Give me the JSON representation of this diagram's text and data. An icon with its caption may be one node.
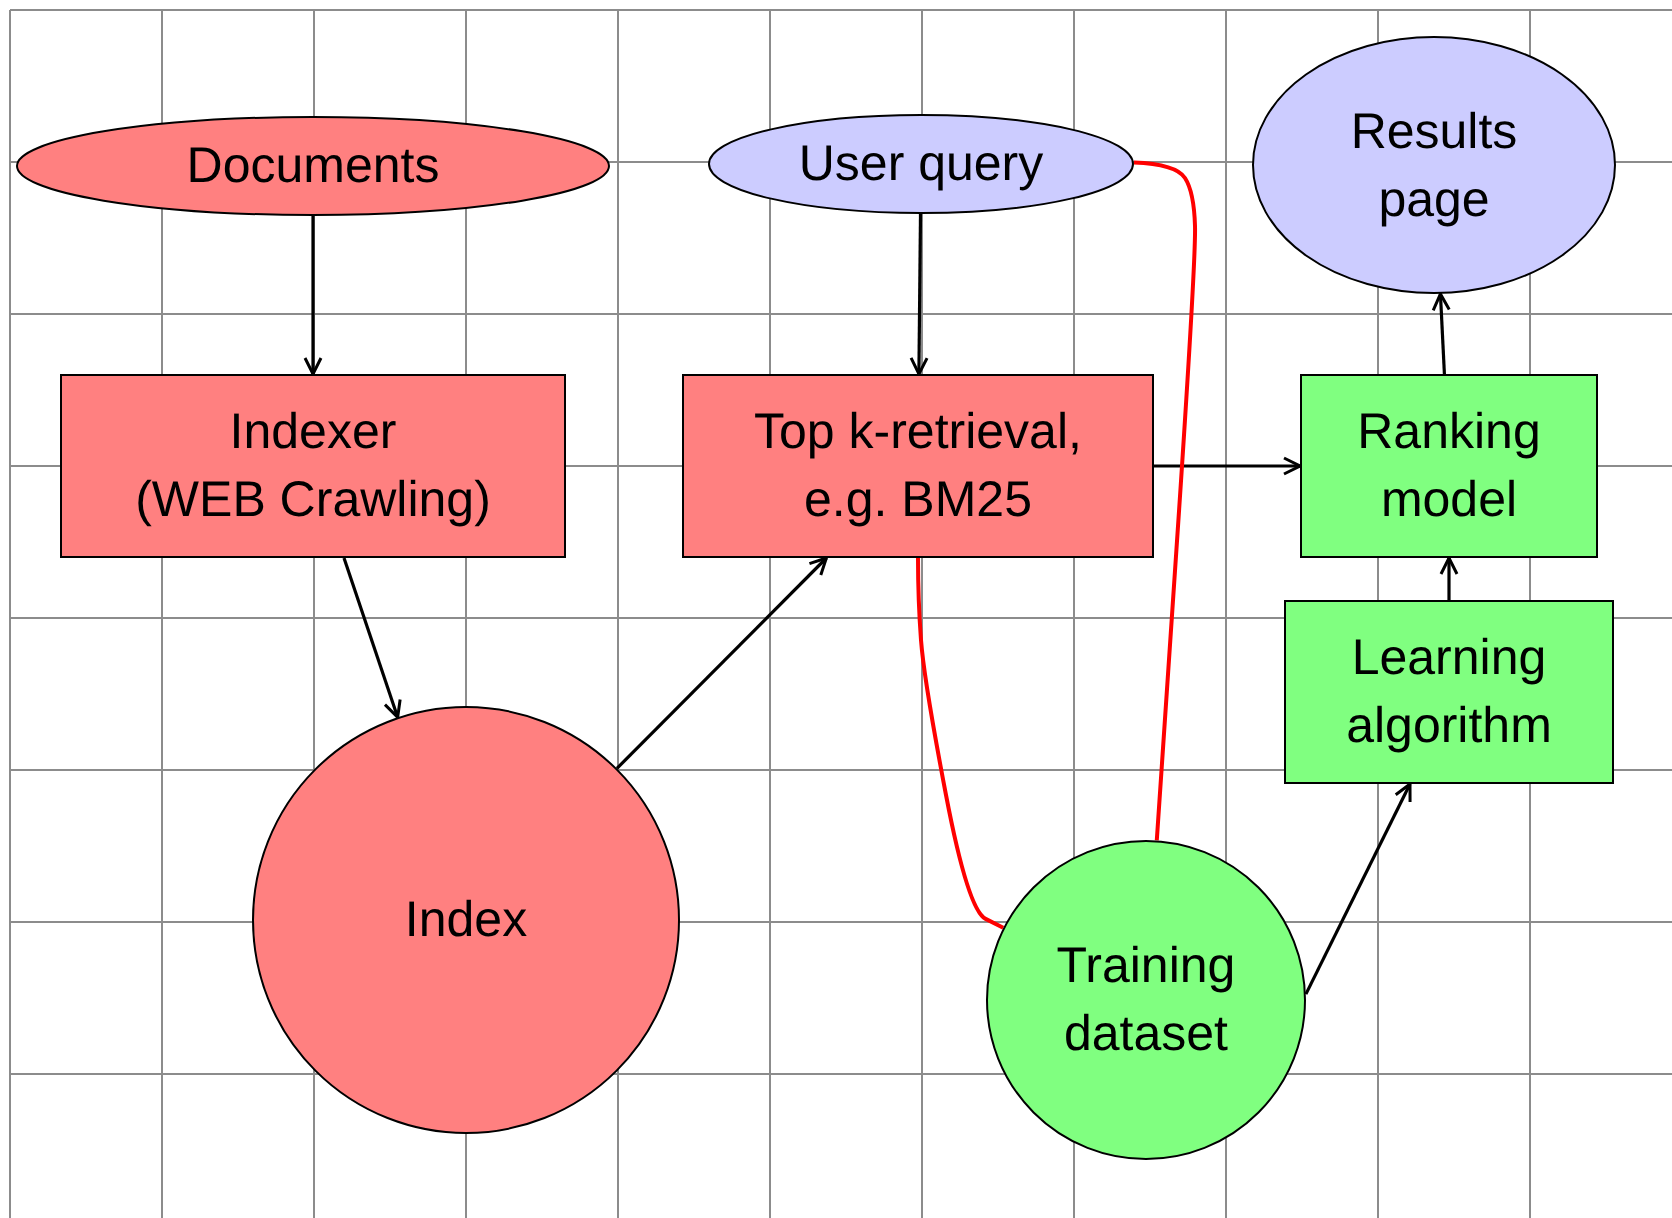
{
  "diagram": {
    "nodes": [
      {
        "text": [
          "Documents"
        ]
      },
      {
        "text": [
          "User query"
        ]
      },
      {
        "text": [
          "Results page"
        ]
      },
      {
        "text": [
          "Indexer (WEB Crawling)"
        ]
      },
      {
        "text": [
          "Top k-retrieval, e.g. BM25"
        ]
      },
      {
        "text": [
          "Ranking model"
        ]
      },
      {
        "text": [
          "Learning algorithm"
        ]
      },
      {
        "text": [
          "Index"
        ]
      },
      {
        "text": [
          "Training dataset"
        ]
      }
    ],
    "edges": [
      {
        "from": 0,
        "to": 3,
        "arrow": "to"
      },
      {
        "from": 1,
        "to": 4,
        "arrow": "to"
      },
      {
        "from": 3,
        "to": 7,
        "arrow": "to"
      },
      {
        "from": 7,
        "to": 4,
        "arrow": "to"
      },
      {
        "from": 4,
        "to": 5,
        "arrow": "to"
      },
      {
        "from": 5,
        "to": 2,
        "arrow": "to"
      },
      {
        "from": 6,
        "to": 5,
        "arrow": "to"
      },
      {
        "from": 8,
        "to": 6,
        "arrow": "to"
      },
      {
        "from": 1,
        "to": 8,
        "arrow": "none",
        "color": "#ff0000"
      },
      {
        "from": 4,
        "to": 8,
        "arrow": "none",
        "color": "#ff0000"
      }
    ]
  }
}
